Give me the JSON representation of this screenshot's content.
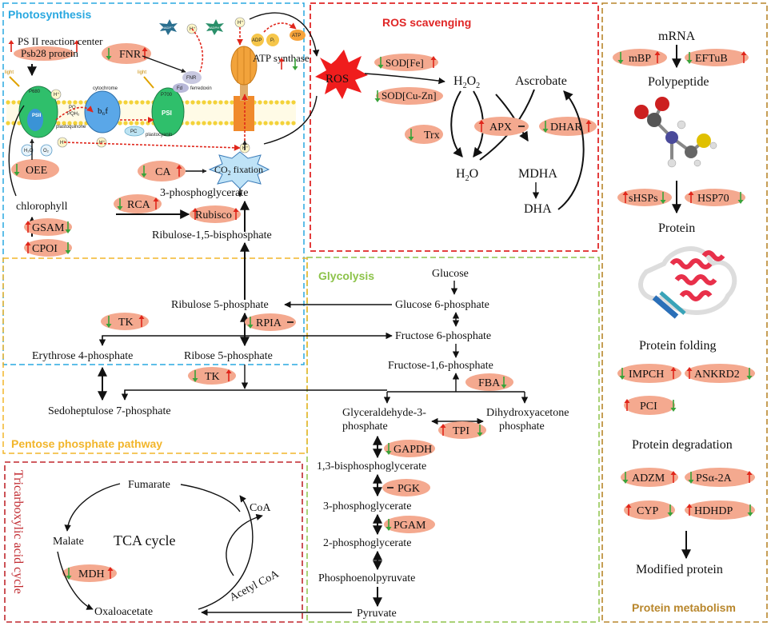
{
  "sections": {
    "photosynthesis": "Photosynthesis",
    "ros": "ROS scavenging",
    "protein_metabolism": "Protein metabolism",
    "glycolysis": "Glycolysis",
    "pentose": "Pentose phosphate pathway",
    "tca": "Tricarboxylic acid cycle"
  },
  "colors": {
    "photosynthesis": "#29a8e0",
    "ros": "#e02626",
    "protein_metabolism": "#b8862b",
    "glycolysis": "#8dc34a",
    "pentose": "#f2b52a",
    "tca": "#c0272d",
    "enzyme": "#f4a98f",
    "up": "#e0261b",
    "down": "#39a33a"
  },
  "photosynthesis": {
    "ps2_line1": "PS II reaction center",
    "ps2_line2": "Psb28 protein",
    "fnr": "FNR",
    "oee": "OEE",
    "ca": "CA",
    "co2_fix_a": "CO",
    "co2_fix_sub": "2",
    "co2_fix_b": " fixation",
    "pga": "3-phosphoglycerate",
    "rca": "RCA",
    "rubisco": "Rubisco",
    "chlorophyll": "chlorophyll",
    "gsam": "GSAM",
    "cpoi": "CPOI",
    "rubp": "Ribulose-1,5-bisphosphate",
    "atp_synthase": "ATP synthase",
    "membrane": {
      "light1": "light",
      "light2": "light",
      "ps2": "PSII",
      "p680": "P680",
      "pq": "PQ",
      "pqh2": "PQH₂",
      "plastoquinone": "plastoquinone",
      "cytochrome": "cytochrome",
      "b6f": "b₆f",
      "pc": "PC",
      "plastocyanin": "plastocyanin",
      "ps1": "PSI",
      "p700": "P700",
      "fd": "Fd",
      "ferredoxin": "ferredoxin",
      "fnr_small": "FNR",
      "nadp": "NADP⁺",
      "nadph": "NADPH",
      "hplus": "H⁺",
      "h2o": "H₂O",
      "o2": "O₂",
      "adp": "ADP",
      "pi": "Pᵢ",
      "atp": "ATP"
    }
  },
  "ros": {
    "ros_label": "ROS",
    "sod_fe": "SOD[Fe]",
    "sod_cuzn": "SOD[Cu-Zn]",
    "h2o2_a": "H",
    "h2o2_sub1": "2",
    "h2o2_b": "O",
    "h2o2_sub2": "2",
    "trx": "Trx",
    "apx": "APX",
    "dhar": "DHAR",
    "ascorbate": "Ascrobate",
    "h2o_a": "H",
    "h2o_sub": "2",
    "h2o_b": "O",
    "mdha": "MDHA",
    "dha": "DHA"
  },
  "protein": {
    "mrna": "mRNA",
    "mbp": "mBP",
    "eftub": "EFTuB",
    "polypeptide": "Polypeptide",
    "shsps": "sHSPs",
    "hsp70": "HSP70",
    "protein": "Protein",
    "folding": "Protein folding",
    "impch": "IMPCH",
    "ankrd2": "ANKRD2",
    "pci": "PCI",
    "degradation": "Protein degradation",
    "adzm": "ADZM",
    "psa2a": "PSα-2A",
    "cyp": "CYP",
    "hdhdp": "HDHDP",
    "modified": "Modified protein"
  },
  "glycolysis": {
    "glucose": "Glucose",
    "g6p": "Glucose 6-phosphate",
    "f6p": "Fructose 6-phosphate",
    "f16p": "Fructose-1,6-phosphate",
    "fba": "FBA",
    "gap_line1": "Glyceraldehyde-3-",
    "gap_line2": "phosphate",
    "dhap_line1": "Dihydroxyacetone",
    "dhap_line2": "phosphate",
    "tpi": "TPI",
    "gapdh": "GAPDH",
    "bpg": "1,3-bisphosphoglycerate",
    "pgk": "PGK",
    "pga3": "3-phosphoglycerate",
    "pgam": "PGAM",
    "pga2": "2-phosphoglycerate",
    "pep": "Phosphoenolpyruvate",
    "pyruvate": "Pyruvate"
  },
  "pentose": {
    "ru5p": "Ribulose 5-phosphate",
    "rpia": "RPIA",
    "tk1": "TK",
    "e4p": "Erythrose 4-phosphate",
    "r5p": "Ribose 5-phosphate",
    "tk2": "TK",
    "s7p": "Sedoheptulose 7-phosphate"
  },
  "tca": {
    "fumarate": "Fumarate",
    "coa": "CoA",
    "malate": "Malate",
    "cycle": "TCA cycle",
    "mdh": "MDH",
    "oxaloacetate": "Oxaloacetate",
    "acetyl": "Acetyl CoA"
  }
}
